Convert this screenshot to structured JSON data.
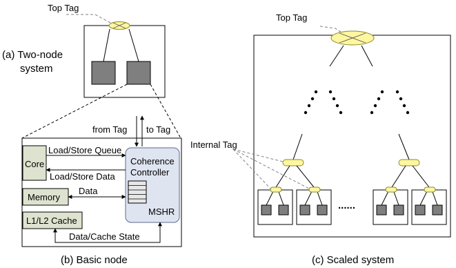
{
  "figure": {
    "two_node": {
      "top_tag_label": "Top Tag",
      "caption_line1": "(a) Two-node",
      "caption_line2": "system"
    },
    "basic_node": {
      "caption": "(b) Basic node",
      "from_tag": "from Tag",
      "to_tag": "to Tag",
      "core": "Core",
      "memory": "Memory",
      "cache": "L1/L2 Cache",
      "load_store_queue": "Load/Store Queue",
      "load_store_data": "Load/Store Data",
      "data": "Data",
      "data_cache_state": "Data/Cache State",
      "coherence_line1": "Coherence",
      "coherence_line2": "Controller",
      "mshr": "MSHR"
    },
    "scaled": {
      "caption": "(c) Scaled system",
      "top_tag_label": "Top Tag",
      "internal_tag_label": "Internal Tag",
      "ellipsis": "......"
    },
    "colors": {
      "tag_fill": "#fff6a0",
      "tag_stroke": "#8a8a2a",
      "node_fill": "#7f7f7f",
      "component_fill": "#dde3cf",
      "controller_fill": "#dfe4f1"
    }
  }
}
